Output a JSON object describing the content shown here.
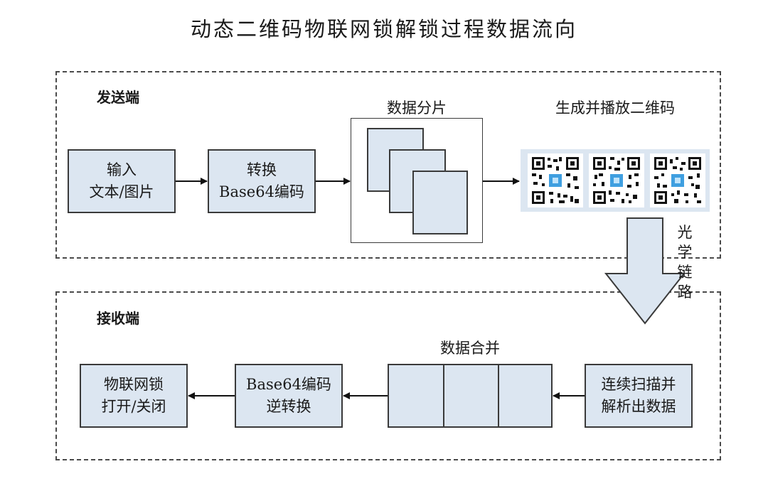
{
  "title": "动态二维码物联网锁解锁过程数据流向",
  "sender": {
    "label": "发送端",
    "input_line1": "输入",
    "input_line2": "文本/图片",
    "convert_line1": "转换",
    "convert_line2": "Base64编码",
    "slicing_caption": "数据分片",
    "qr_caption": "生成并播放二维码"
  },
  "optical_link": [
    "光",
    "学",
    "链",
    "路"
  ],
  "receiver": {
    "label": "接收端",
    "scan_line1": "连续扫描并",
    "scan_line2": "解析出数据",
    "merge_caption": "数据合并",
    "decode_line1": "Base64编码",
    "decode_line2": "逆转换",
    "lock_line1": "物联网锁",
    "lock_line2": "打开/关闭"
  },
  "colors": {
    "box_fill": "#dce6f1",
    "stroke": "#3a3a3a",
    "qr_accent": "#3f9fe0"
  }
}
